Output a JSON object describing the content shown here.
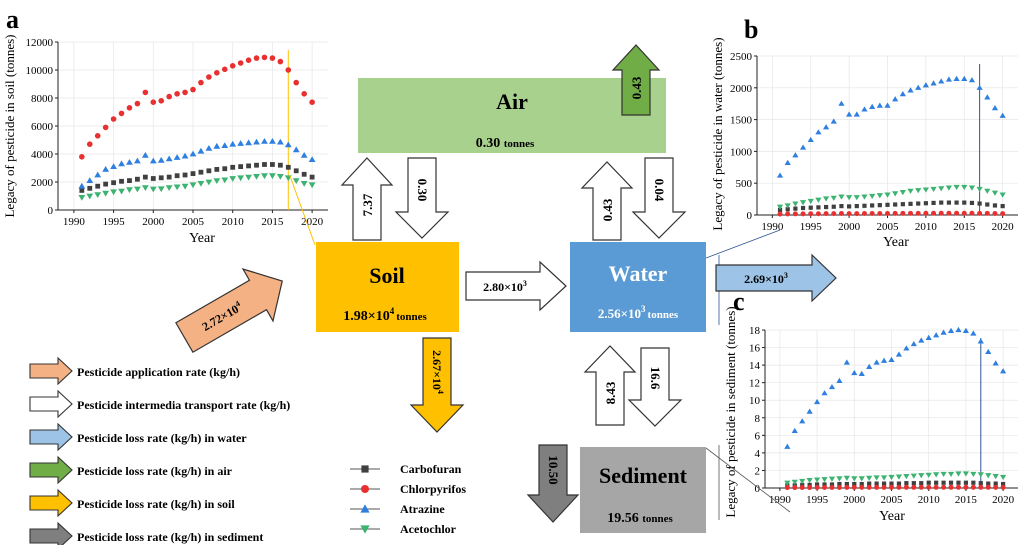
{
  "panel_labels": {
    "a": "a",
    "b": "b",
    "c": "c"
  },
  "compartments": {
    "air": {
      "name": "Air",
      "value": "0.30",
      "unit": "tonnes",
      "color": "#a9d18e"
    },
    "soil": {
      "name": "Soil",
      "value": "1.98×10",
      "exp": "4",
      "unit": "tonnes",
      "color": "#ffc000"
    },
    "water": {
      "name": "Water",
      "value": "2.56×10",
      "exp": "3",
      "unit": "tonnes",
      "color": "#5b9bd5"
    },
    "sediment": {
      "name": "Sediment",
      "value": "19.56",
      "unit": "tonnes",
      "color": "#a6a6a6"
    }
  },
  "arrows": {
    "application": {
      "base": "2.72×10",
      "exp": "4"
    },
    "soil_to_air": "7.37",
    "air_to_soil": "0.30",
    "water_to_air": "0.43",
    "air_to_water": "0.04",
    "air_loss": "0.43",
    "soil_to_water": {
      "base": "2.80×10",
      "exp": "3"
    },
    "water_loss": {
      "base": "2.69×10",
      "exp": "3"
    },
    "soil_loss": {
      "base": "2.67×10",
      "exp": "4"
    },
    "sediment_to_water": "8.43",
    "water_to_sediment": "16.6",
    "sediment_loss": "10.50"
  },
  "legend_arrows": [
    {
      "label": "Pesticide application rate (kg/h)",
      "color": "#f4b183"
    },
    {
      "label": "Pesticide intermedia transport rate (kg/h)",
      "color": "#ffffff"
    },
    {
      "label": "Pesticide loss rate (kg/h) in water",
      "color": "#9dc3e6"
    },
    {
      "label": "Pesticide loss rate (kg/h) in air",
      "color": "#70ad47"
    },
    {
      "label": "Pesticide loss rate (kg/h) in soil",
      "color": "#ffc000"
    },
    {
      "label": "Pesticide loss rate (kg/h) in sediment",
      "color": "#7f7f7f"
    }
  ],
  "series_legend": [
    {
      "name": "Carbofuran",
      "color": "#404040",
      "marker": "square"
    },
    {
      "name": "Chlorpyrifos",
      "color": "#e83030",
      "marker": "circle"
    },
    {
      "name": "Atrazine",
      "color": "#2f7fe0",
      "marker": "triangle-up"
    },
    {
      "name": "Acetochlor",
      "color": "#3cb371",
      "marker": "triangle-down"
    }
  ],
  "chart_data": [
    {
      "id": "a",
      "type": "scatter",
      "xlabel": "Year",
      "ylabel": "Legacy of pesticide in soil (tonnes)",
      "xlim": [
        1988,
        2022
      ],
      "ylim": [
        0,
        12000
      ],
      "xticks": [
        "1990",
        "1995",
        "2000",
        "2005",
        "2010",
        "2015",
        "2020"
      ],
      "yticks": [
        "0",
        "2000",
        "4000",
        "6000",
        "8000",
        "10000",
        "12000"
      ],
      "marker_line_year": 2017,
      "x": [
        1991,
        1992,
        1993,
        1994,
        1995,
        1996,
        1997,
        1998,
        1999,
        2000,
        2001,
        2002,
        2003,
        2004,
        2005,
        2006,
        2007,
        2008,
        2009,
        2010,
        2011,
        2012,
        2013,
        2014,
        2015,
        2016,
        2017,
        2018,
        2019,
        2020
      ],
      "series": [
        {
          "name": "Carbofuran",
          "values": [
            1400,
            1550,
            1700,
            1850,
            1950,
            2050,
            2100,
            2200,
            2350,
            2250,
            2300,
            2350,
            2450,
            2500,
            2600,
            2700,
            2800,
            2900,
            2950,
            3050,
            3100,
            3150,
            3200,
            3250,
            3250,
            3200,
            3050,
            2800,
            2550,
            2350
          ]
        },
        {
          "name": "Chlorpyrifos",
          "values": [
            3800,
            4700,
            5300,
            5900,
            6500,
            6900,
            7300,
            7600,
            8400,
            7700,
            7800,
            8100,
            8300,
            8400,
            8600,
            9100,
            9500,
            9800,
            10050,
            10300,
            10500,
            10700,
            10850,
            10900,
            10850,
            10600,
            10000,
            9100,
            8300,
            7700
          ]
        },
        {
          "name": "Atrazine",
          "values": [
            1700,
            2100,
            2500,
            2900,
            3100,
            3300,
            3400,
            3500,
            3900,
            3500,
            3550,
            3650,
            3750,
            3850,
            4000,
            4200,
            4400,
            4550,
            4600,
            4700,
            4750,
            4800,
            4850,
            4900,
            4900,
            4850,
            4650,
            4300,
            3900,
            3600
          ]
        },
        {
          "name": "Acetochlor",
          "values": [
            900,
            1000,
            1100,
            1200,
            1300,
            1350,
            1450,
            1500,
            1600,
            1500,
            1520,
            1600,
            1650,
            1700,
            1800,
            1900,
            2000,
            2100,
            2150,
            2250,
            2300,
            2350,
            2400,
            2450,
            2450,
            2400,
            2300,
            2100,
            1900,
            1800
          ]
        }
      ]
    },
    {
      "id": "b",
      "type": "scatter",
      "xlabel": "Year",
      "ylabel": "Legacy of pesticide in water (tonnes)",
      "xlim": [
        1988,
        2022
      ],
      "ylim": [
        0,
        2500
      ],
      "xticks": [
        "1990",
        "1995",
        "2000",
        "2005",
        "2010",
        "2015",
        "2020"
      ],
      "yticks": [
        "0",
        "500",
        "1000",
        "1500",
        "2000",
        "2500"
      ],
      "marker_line_year": 2017,
      "x": [
        1991,
        1992,
        1993,
        1994,
        1995,
        1996,
        1997,
        1998,
        1999,
        2000,
        2001,
        2002,
        2003,
        2004,
        2005,
        2006,
        2007,
        2008,
        2009,
        2010,
        2011,
        2012,
        2013,
        2014,
        2015,
        2016,
        2017,
        2018,
        2019,
        2020
      ],
      "series": [
        {
          "name": "Carbofuran",
          "values": [
            80,
            90,
            100,
            110,
            115,
            120,
            125,
            130,
            140,
            135,
            140,
            145,
            150,
            155,
            160,
            165,
            170,
            175,
            180,
            185,
            190,
            195,
            195,
            195,
            195,
            190,
            180,
            165,
            150,
            140
          ]
        },
        {
          "name": "Chlorpyrifos",
          "values": [
            15,
            16,
            17,
            18,
            19,
            20,
            21,
            22,
            23,
            22,
            22,
            23,
            23,
            24,
            24,
            25,
            25,
            26,
            26,
            27,
            27,
            27,
            28,
            28,
            28,
            27,
            26,
            25,
            23,
            22
          ]
        },
        {
          "name": "Atrazine",
          "values": [
            620,
            820,
            940,
            1060,
            1180,
            1300,
            1380,
            1470,
            1750,
            1580,
            1580,
            1660,
            1700,
            1720,
            1720,
            1820,
            1900,
            1960,
            2000,
            2040,
            2070,
            2100,
            2130,
            2140,
            2140,
            2120,
            2000,
            1850,
            1680,
            1560
          ]
        },
        {
          "name": "Acetochlor",
          "values": [
            130,
            150,
            180,
            200,
            220,
            240,
            260,
            270,
            290,
            280,
            280,
            290,
            300,
            310,
            320,
            340,
            360,
            380,
            390,
            400,
            410,
            420,
            430,
            440,
            440,
            430,
            410,
            380,
            350,
            320
          ]
        }
      ]
    },
    {
      "id": "c",
      "type": "scatter",
      "xlabel": "Year",
      "ylabel": "Legacy of pesticide in sediment (tonnes)",
      "xlim": [
        1988,
        2022
      ],
      "ylim": [
        0,
        18
      ],
      "xticks": [
        "1990",
        "1995",
        "2000",
        "2005",
        "2010",
        "2015",
        "2020"
      ],
      "yticks": [
        "0",
        "2",
        "4",
        "6",
        "8",
        "10",
        "12",
        "14",
        "16",
        "18"
      ],
      "marker_line_year": 2017,
      "x": [
        1991,
        1992,
        1993,
        1994,
        1995,
        1996,
        1997,
        1998,
        1999,
        2000,
        2001,
        2002,
        2003,
        2004,
        2005,
        2006,
        2007,
        2008,
        2009,
        2010,
        2011,
        2012,
        2013,
        2014,
        2015,
        2016,
        2017,
        2018,
        2019,
        2020
      ],
      "series": [
        {
          "name": "Carbofuran",
          "values": [
            0.3,
            0.3,
            0.35,
            0.35,
            0.4,
            0.4,
            0.4,
            0.45,
            0.45,
            0.45,
            0.45,
            0.5,
            0.5,
            0.5,
            0.5,
            0.5,
            0.55,
            0.55,
            0.55,
            0.6,
            0.6,
            0.6,
            0.6,
            0.6,
            0.6,
            0.6,
            0.55,
            0.5,
            0.5,
            0.45
          ]
        },
        {
          "name": "Chlorpyrifos",
          "values": [
            0.05,
            0.05,
            0.05,
            0.05,
            0.06,
            0.06,
            0.06,
            0.06,
            0.07,
            0.07,
            0.07,
            0.07,
            0.07,
            0.07,
            0.08,
            0.08,
            0.08,
            0.08,
            0.08,
            0.08,
            0.08,
            0.08,
            0.08,
            0.08,
            0.08,
            0.08,
            0.08,
            0.08,
            0.07,
            0.07
          ]
        },
        {
          "name": "Atrazine",
          "values": [
            4.7,
            6.5,
            7.6,
            8.7,
            9.8,
            10.8,
            11.5,
            12.2,
            14.3,
            13.1,
            13.0,
            13.8,
            14.3,
            14.5,
            14.6,
            15.2,
            15.9,
            16.4,
            16.8,
            17.1,
            17.4,
            17.7,
            17.9,
            18.0,
            17.9,
            17.6,
            16.7,
            15.5,
            14.2,
            13.3
          ]
        },
        {
          "name": "Acetochlor",
          "values": [
            0.6,
            0.7,
            0.8,
            0.9,
            0.95,
            1.0,
            1.05,
            1.1,
            1.15,
            1.1,
            1.1,
            1.15,
            1.2,
            1.2,
            1.25,
            1.3,
            1.35,
            1.4,
            1.45,
            1.5,
            1.55,
            1.6,
            1.6,
            1.65,
            1.65,
            1.6,
            1.55,
            1.45,
            1.35,
            1.25
          ]
        }
      ]
    }
  ]
}
